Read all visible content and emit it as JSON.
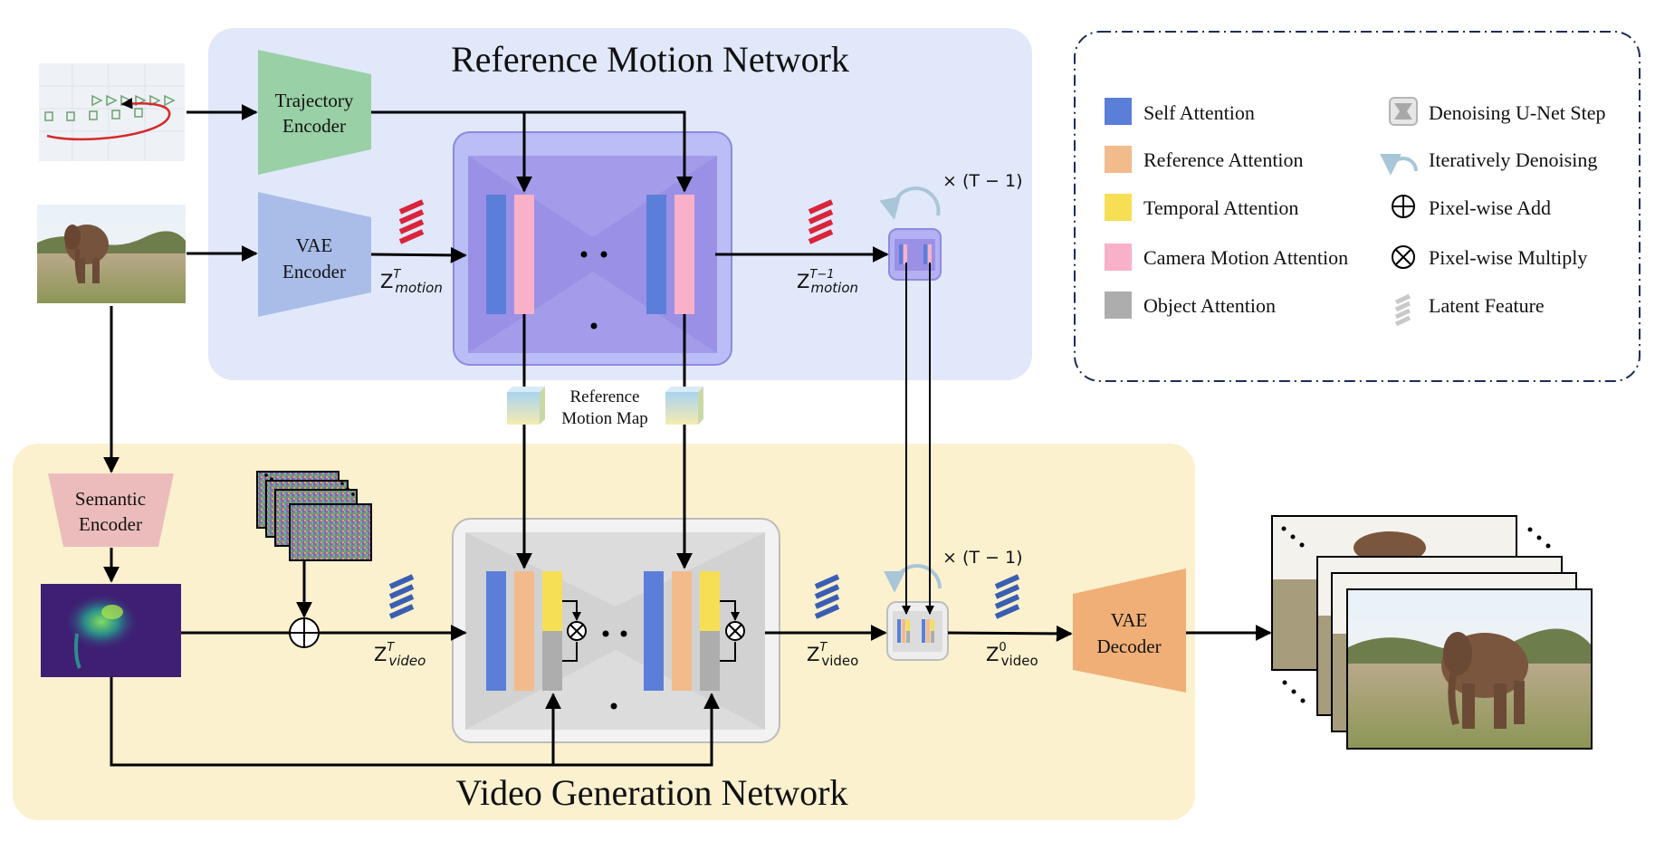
{
  "reference_network": {
    "title": "Reference Motion Network"
  },
  "video_network": {
    "title": "Video Generation Network"
  },
  "trajectory_encoder": {
    "line1": "Trajectory",
    "line2": "Encoder"
  },
  "vae_encoder": {
    "line1": "VAE",
    "line2": "Encoder"
  },
  "semantic_encoder": {
    "line1": "Semantic",
    "line2": "Encoder"
  },
  "vae_decoder": {
    "line1": "VAE",
    "line2": "Decoder"
  },
  "reference_motion_map": {
    "line1": "Reference",
    "line2": "Motion Map"
  },
  "labels": {
    "z_motion_T": {
      "base": "Z",
      "sup": "T",
      "sub": "motion"
    },
    "z_motion_T1": {
      "base": "Z",
      "sup": "T−1",
      "sub": "motion"
    },
    "z_video_T_in": {
      "base": "Z",
      "sup": "T",
      "sub": "video"
    },
    "z_video_T_out": {
      "base": "Z",
      "sup": "T",
      "sub": "video"
    },
    "z_video_0": {
      "base": "Z",
      "sup": "0",
      "sub": "video"
    },
    "iter_top": "× (T − 1)",
    "iter_bottom": "× (T − 1)"
  },
  "legend": {
    "items_left": [
      {
        "label": "Self Attention",
        "color": "#5b7fd8"
      },
      {
        "label": "Reference Attention",
        "color": "#f2bb8c"
      },
      {
        "label": "Temporal Attention",
        "color": "#f7df55"
      },
      {
        "label": "Camera Motion Attention",
        "color": "#f8b1c9"
      },
      {
        "label": "Object Attention",
        "color": "#adadad"
      }
    ],
    "items_right": [
      {
        "label": "Denoising U-Net Step",
        "icon": "unet-step-icon"
      },
      {
        "label": "Iteratively Denoising",
        "icon": "arc-arrow-icon"
      },
      {
        "label": "Pixel-wise Add",
        "icon": "circle-plus-icon"
      },
      {
        "label": "Pixel-wise Multiply",
        "icon": "circle-times-icon"
      },
      {
        "label": "Latent Feature",
        "icon": "latent-feature-icon"
      }
    ]
  },
  "colors": {
    "reference_bg": "#e1e8fa",
    "video_bg": "#fbf1cf",
    "trajectory_encoder": "#99d0a6",
    "vae_encoder": "#a9bde8",
    "semantic_encoder": "#ecbcbc",
    "vae_decoder": "#efaf76",
    "latent_red": "#d9243a",
    "latent_blue": "#3a5fb2"
  }
}
